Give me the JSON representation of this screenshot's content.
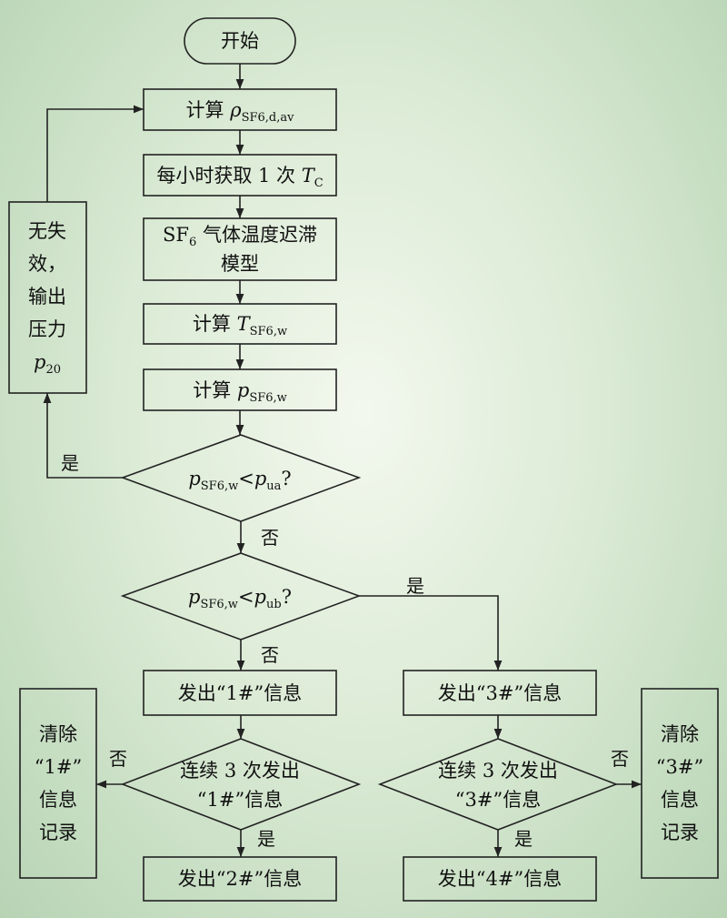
{
  "nodes": {
    "start": "开始",
    "calc_density": {
      "prefix": "计算 ",
      "symbol": "ρ",
      "sub": "SF6,d,av"
    },
    "get_tc": {
      "prefix": "每小时获取 1 次 ",
      "symbol": "T",
      "sub": "C"
    },
    "lag_model": {
      "gas": "SF",
      "gas_sub": "6",
      "line1": " 气体温度迟滞",
      "line2": "模型"
    },
    "calc_tw": {
      "prefix": "计算 ",
      "symbol": "T",
      "sub": "SF6,w"
    },
    "calc_pw": {
      "prefix": "计算 ",
      "symbol": "p",
      "sub": "SF6,w"
    },
    "decision1": {
      "lhs": "p",
      "lhs_sub": "SF6,w",
      "op": "<",
      "rhs": "p",
      "rhs_sub": "ua",
      "q": "?"
    },
    "decision2": {
      "lhs": "p",
      "lhs_sub": "SF6,w",
      "op": "<",
      "rhs": "p",
      "rhs_sub": "ub",
      "q": "?"
    },
    "no_failure": {
      "lines": [
        "无失",
        "效，",
        "输出",
        "压力"
      ],
      "symbol": "p",
      "sub": "20"
    },
    "issue1": "发出“1#”信息",
    "issue3": "发出“3#”信息",
    "consec1": {
      "line1": "连续 3 次发出",
      "line2": "“1#”信息"
    },
    "consec3": {
      "line1": "连续 3 次发出",
      "line2": "“3#”信息"
    },
    "clear1": {
      "lines": [
        "清除",
        "“1#”",
        "信息",
        "记录"
      ]
    },
    "clear3": {
      "lines": [
        "清除",
        "“3#”",
        "信息",
        "记录"
      ]
    },
    "issue2": "发出“2#”信息",
    "issue4": "发出“4#”信息"
  },
  "edges": {
    "yes": "是",
    "no": "否"
  }
}
